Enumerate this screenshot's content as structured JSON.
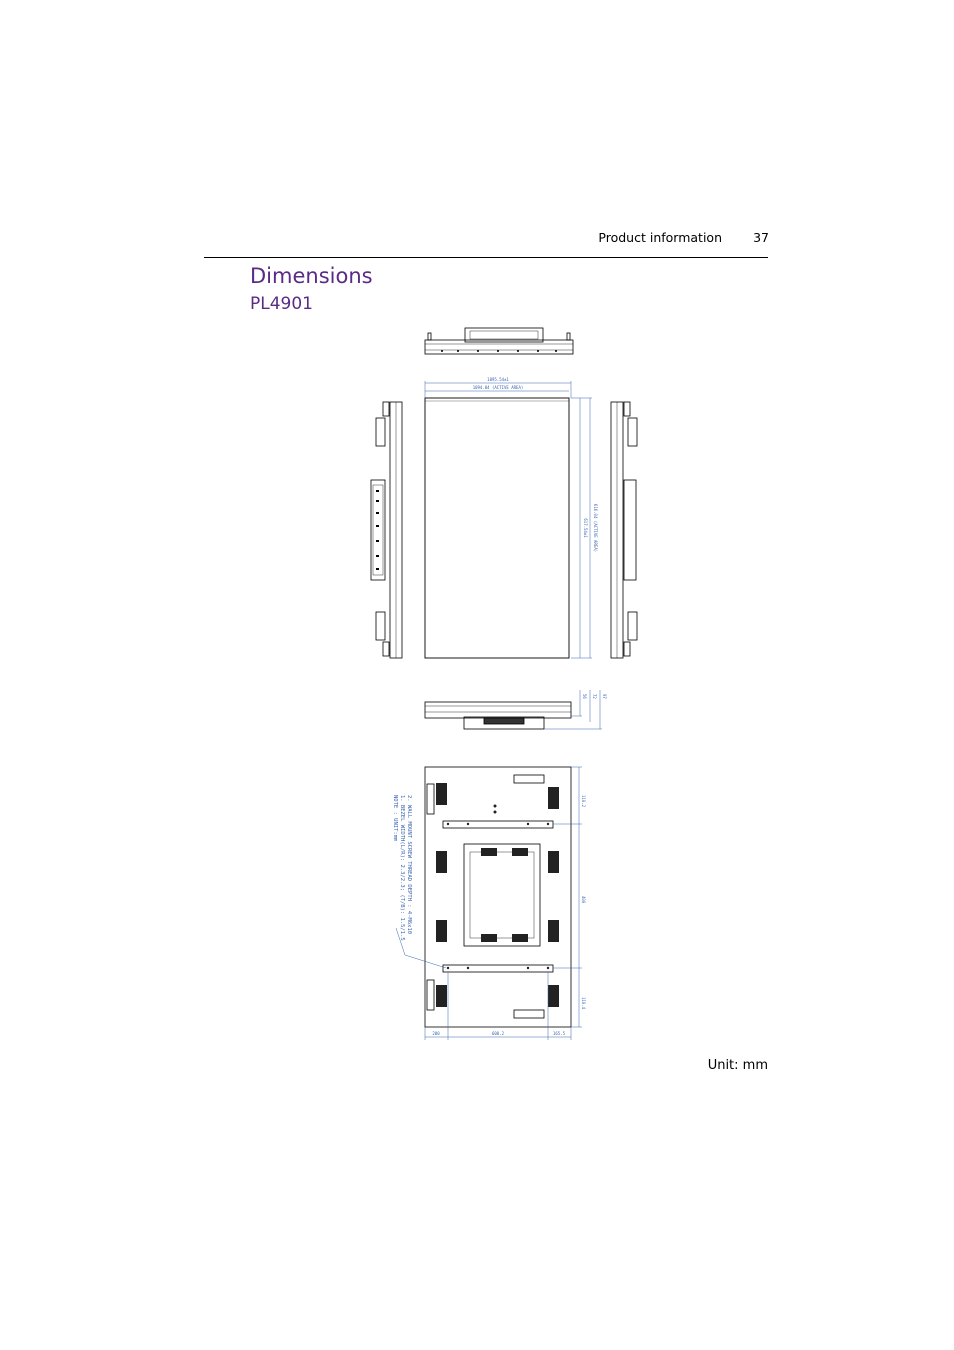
{
  "header": {
    "section": "Product information",
    "page_number": "37"
  },
  "title": "Dimensions",
  "model": "PL4901",
  "unit_note": "Unit: mm",
  "colors": {
    "heading": "#5b2a86",
    "dimension_lines": "#3a64b0",
    "drawing": "#000000"
  }
}
